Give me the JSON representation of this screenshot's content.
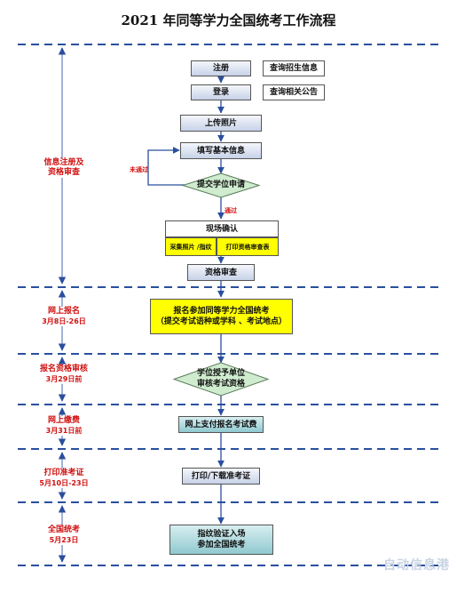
{
  "title": "2021 年同等学力全国统考工作流程",
  "sections": [
    {
      "name": "信息注册及",
      "sub": "资格审查"
    },
    {
      "name": "网上报名",
      "sub": "3月8日-26日"
    },
    {
      "name": "报名资格审核",
      "sub": "3月29日前"
    },
    {
      "name": "网上缴费",
      "sub": "3月31日前"
    },
    {
      "name": "打印准考证",
      "sub": "5月10日-23日"
    },
    {
      "name": "全国统考",
      "sub": "5月23日"
    }
  ],
  "steps": {
    "register": "注册",
    "query_admission": "查询招生信息",
    "login": "登录",
    "query_notice": "查询相关公告",
    "upload_photo": "上传照片",
    "fill_info": "填写基本信息",
    "submit_application": "提交学位申请",
    "not_passed": "未通过",
    "passed": "通过",
    "onsite_confirm": "现场确认",
    "collect_photo": "采集照片 /指纹",
    "print_form": "打印资格审查表",
    "qualification_review": "资格审查",
    "apply_line1": "报名参加同等学力全国统考",
    "apply_line2": "（提交考试语种或学科 、考试地点）",
    "review_line1": "学位授予单位",
    "review_line2": "审核考试资格",
    "pay_fee": "网上支付报名考试费",
    "print_ticket": "打印/下载准考证",
    "exam_line1": "指纹验证入场",
    "exam_line2": "参加全国统考"
  },
  "watermark": "自动信息港",
  "colors": {
    "line_blue": "#2a4f9e",
    "label_red": "#d01010",
    "yellow": "#ffff00",
    "diamond_green": "#cfeccf"
  }
}
